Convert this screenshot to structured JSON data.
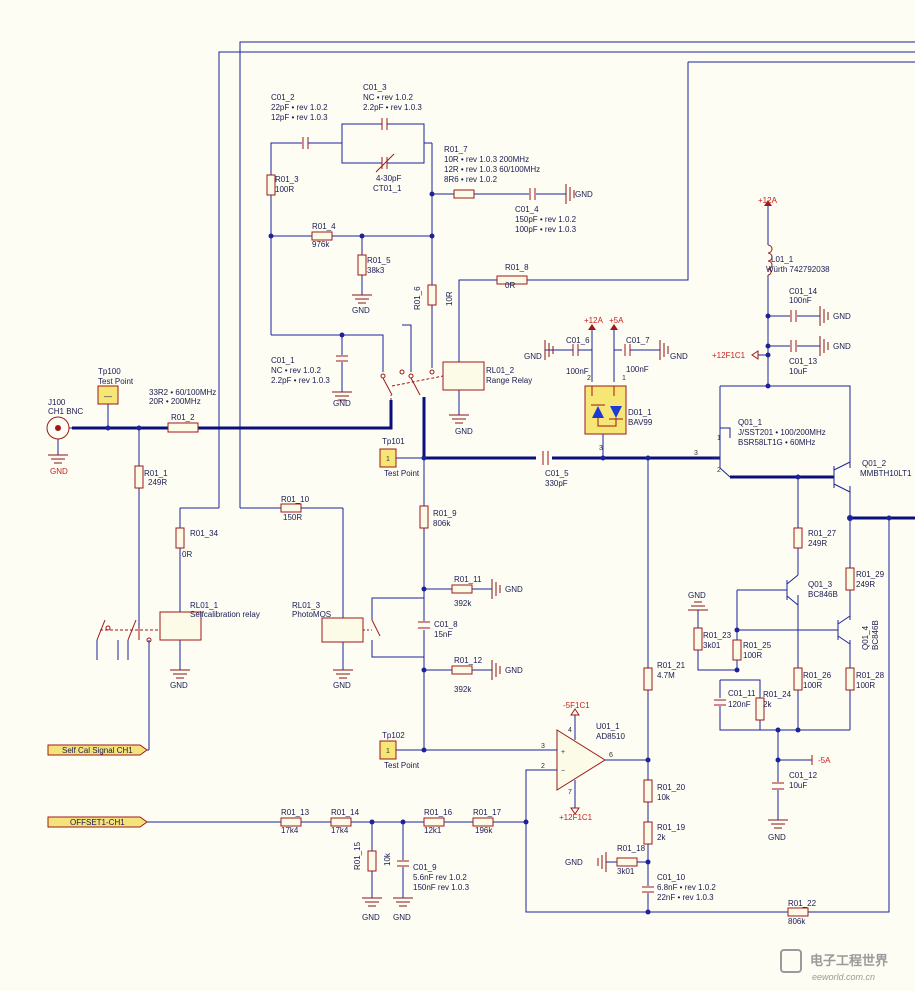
{
  "connectors": {
    "j100": {
      "ref": "J100",
      "name": "CH1 BNC",
      "gnd": "GND"
    },
    "tp100": {
      "ref": "Tp100",
      "name": "Test Point",
      "pin": "—"
    },
    "tp101": {
      "ref": "Tp101",
      "name": "Test Point",
      "pin": "1"
    },
    "tp102": {
      "ref": "Tp102",
      "name": "Test Point",
      "pin": "1"
    }
  },
  "components": {
    "r01_2": {
      "ref": "R01_2",
      "v1": "33R2 • 60/100MHz",
      "v2": "20R • 200MHz"
    },
    "r01_1": {
      "ref": "R01_1",
      "value": "249R"
    },
    "r01_34": {
      "ref": "R01_34",
      "value": "0R"
    },
    "r01_10": {
      "ref": "R01_10",
      "value": "150R"
    },
    "r01_3": {
      "ref": "R01_3",
      "value": "100R"
    },
    "r01_4": {
      "ref": "R01_4",
      "value": "976k"
    },
    "r01_5": {
      "ref": "R01_5",
      "value": "38k3"
    },
    "r01_6": {
      "ref": "R01_6",
      "value": "10R"
    },
    "r01_7": {
      "ref": "R01_7",
      "v1": "10R • rev 1.0.3 200MHz",
      "v2": "12R • rev 1.0.3 60/100MHz",
      "v3": "8R6 • rev 1.0.2"
    },
    "r01_8": {
      "ref": "R01_8",
      "value": "0R"
    },
    "r01_9": {
      "ref": "R01_9",
      "value": "806k"
    },
    "r01_11": {
      "ref": "R01_11",
      "value": "392k"
    },
    "r01_12": {
      "ref": "R01_12",
      "value": "392k"
    },
    "r01_13": {
      "ref": "R01_13",
      "value": "17k4"
    },
    "r01_14": {
      "ref": "R01_14",
      "value": "17k4"
    },
    "r01_15": {
      "ref": "R01_15",
      "value": "10k"
    },
    "r01_16": {
      "ref": "R01_16",
      "value": "12k1"
    },
    "r01_17": {
      "ref": "R01_17",
      "value": "196k"
    },
    "r01_18": {
      "ref": "R01_18",
      "value": "3k01"
    },
    "r01_19": {
      "ref": "R01_19",
      "value": "2k"
    },
    "r01_20": {
      "ref": "R01_20",
      "value": "10k"
    },
    "r01_21": {
      "ref": "R01_21",
      "value": "4.7M"
    },
    "r01_22": {
      "ref": "R01_22",
      "value": "806k"
    },
    "r01_23": {
      "ref": "R01_23",
      "value": "3k01"
    },
    "r01_24": {
      "ref": "R01_24",
      "value": "2k"
    },
    "r01_25": {
      "ref": "R01_25",
      "value": "100R"
    },
    "r01_26": {
      "ref": "R01_26",
      "value": "100R"
    },
    "r01_27": {
      "ref": "R01_27",
      "value": "249R"
    },
    "r01_28": {
      "ref": "R01_28",
      "value": "100R"
    },
    "r01_29": {
      "ref": "R01_29",
      "value": "249R"
    },
    "c01_1": {
      "ref": "C01_1",
      "v1": "NC • rev 1.0.2",
      "v2": "2.2pF • rev 1.0.3"
    },
    "c01_2": {
      "ref": "C01_2",
      "v1": "22pF • rev 1.0.2",
      "v2": "12pF • rev 1.0.3"
    },
    "c01_3": {
      "ref": "C01_3",
      "v1": "NC • rev 1.0.2",
      "v2": "2.2pF • rev 1.0.3"
    },
    "ct01_1": {
      "ref": "CT01_1",
      "value": "4-30pF"
    },
    "c01_4": {
      "ref": "C01_4",
      "v1": "150pF • rev 1.0.2",
      "v2": "100pF • rev 1.0.3"
    },
    "c01_5": {
      "ref": "C01_5",
      "value": "330pF"
    },
    "c01_6": {
      "ref": "C01_6",
      "value": "100nF"
    },
    "c01_7": {
      "ref": "C01_7",
      "value": "100nF"
    },
    "c01_8": {
      "ref": "C01_8",
      "value": "15nF"
    },
    "c01_9": {
      "ref": "C01_9",
      "v1": "5.6nF rev 1.0.2",
      "v2": "150nF rev 1.0.3"
    },
    "c01_10": {
      "ref": "C01_10",
      "v1": "6.8nF • rev 1.0.2",
      "v2": "22nF • rev 1.0.3"
    },
    "c01_11": {
      "ref": "C01_11",
      "value": "120nF"
    },
    "c01_12": {
      "ref": "C01_12",
      "value": "10uF"
    },
    "c01_13": {
      "ref": "C01_13",
      "value": "10uF"
    },
    "c01_14": {
      "ref": "C01_14",
      "value": "100nF"
    },
    "l01_1": {
      "ref": "L01_1",
      "value": "Würth 742792038"
    },
    "d01_1": {
      "ref": "D01_1",
      "value": "BAV99"
    },
    "q01_1": {
      "ref": "Q01_1",
      "v1": "J/SST201 • 100/200MHz",
      "v2": "BSR58LT1G • 60MHz"
    },
    "q01_2": {
      "ref": "Q01_2",
      "value": "MMBTH10LT1"
    },
    "q01_3": {
      "ref": "Q01_3",
      "value": "BC846B"
    },
    "q01_4": {
      "ref": "Q01_4",
      "value": "BC846B"
    },
    "u01_1": {
      "ref": "U01_1",
      "value": "AD8510"
    },
    "rl01_1": {
      "ref": "RL01_1",
      "value": "Selfcalibration relay"
    },
    "rl01_2": {
      "ref": "RL01_2",
      "value": "Range Relay"
    },
    "rl01_3": {
      "ref": "RL01_3",
      "value": "PhotoMOS"
    }
  },
  "nets": {
    "gnd": "GND",
    "p12a": "+12A",
    "p5a": "+5A",
    "p5a_right": "-5A",
    "p12f1c1": "+12F1C1",
    "p5f1c1": "-5F1C1",
    "p12f1c1_op": "+12F1C1"
  },
  "ports": {
    "selfcal": "Self Cal Signal CH1",
    "offset": "OFFSET1-CH1"
  },
  "pins": {
    "p1": "1",
    "p2": "2",
    "p3": "3",
    "p4": "4",
    "p6": "6",
    "p7": "7",
    "plus": "+",
    "minus": "−"
  },
  "watermark": {
    "main": "电子工程世界",
    "sub": "eeworld.com.cn"
  },
  "colors": {
    "wire": "#1c2399",
    "component": "#a01818",
    "background": "#fdfdf3",
    "port": "#f3e37a"
  }
}
